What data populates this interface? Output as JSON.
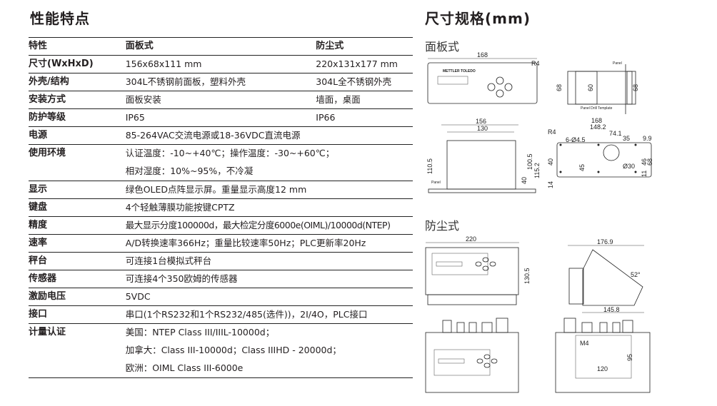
{
  "features": {
    "title": "性能特点",
    "header": {
      "k": "特性",
      "panel": "面板式",
      "dust": "防尘式"
    },
    "rows": [
      {
        "k": "尺寸(WxHxD)",
        "panel": "156x68x111 mm",
        "dust": "220x131x177 mm"
      },
      {
        "k": "外壳/结构",
        "panel": "304L不锈钢前面板，塑料外壳",
        "dust": "304L全不锈钢外壳"
      },
      {
        "k": "安装方式",
        "panel": "面板安装",
        "dust": "墙面，桌面"
      },
      {
        "k": "防护等级",
        "panel": "IP65",
        "dust": "IP66"
      }
    ],
    "power": {
      "k": "电源",
      "v": "85-264VAC交流电源或18-36VDC直流电源"
    },
    "env": {
      "k": "使用环境",
      "l1": "认证温度：-10~+40℃；操作温度：-30~+60℃；",
      "l2": "相对湿度：10%~95%，不冷凝"
    },
    "single": [
      {
        "k": "显示",
        "v": "绿色OLED点阵显示屏。重量显示高度12 mm"
      },
      {
        "k": "键盘",
        "v": "4个轻触薄膜功能按键CPTZ"
      },
      {
        "k": "精度",
        "v": "最大显示分度100000d，最大检定分度6000e(OIML)/10000d(NTEP)"
      },
      {
        "k": "速率",
        "v": "A/D转换速率366Hz；重量比较速率50Hz；PLC更新率20Hz"
      },
      {
        "k": "秤台",
        "v": "可连接1台模拟式秤台"
      },
      {
        "k": "传感器",
        "v": "可连接4个350欧姆的传感器"
      },
      {
        "k": "激励电压",
        "v": "5VDC"
      },
      {
        "k": "接口",
        "v": "串口(1个RS232和1个RS232/485(选件))，2I/4O，PLC接口"
      }
    ],
    "cert": {
      "k": "计量认证",
      "l1": "美国：NTEP Class III/IIIL-10000d；",
      "l2": "加拿大：Class III-10000d；Class IIIHD - 20000d；",
      "l3": "欧洲：OIML Class III-6000e"
    }
  },
  "dimensions": {
    "title": "尺寸规格(mm)",
    "panel_title": "面板式",
    "dust_title": "防尘式",
    "panel_labels": {
      "w168": "168",
      "r4": "R4",
      "panel": "Panel",
      "h68a": "68",
      "h60": "60",
      "h68b": "68",
      "drill": "Panel Drill Template",
      "w156": "156",
      "w130": "130",
      "h110_5": "110.5",
      "h100_5": "100.5",
      "h115_2": "115.2",
      "h40": "40",
      "panel2": "Panel",
      "t168": "168",
      "t148_2": "148.2",
      "t74_1": "74.1",
      "t35": "35",
      "t9_9": "9.9",
      "tr4": "R4",
      "holes": "6-Ø4.5",
      "t40": "40",
      "t45": "45",
      "d30": "Ø30",
      "t46": "46",
      "t68": "68",
      "t11": "11",
      "t14": "14"
    },
    "dust_labels": {
      "w220": "220",
      "h130_5": "130.5",
      "w176_9": "176.9",
      "angle": "52°",
      "w145_8": "145.8",
      "m4": "M4",
      "h95": "95",
      "w120": "120"
    },
    "brand": "METTLER TOLEDO"
  }
}
